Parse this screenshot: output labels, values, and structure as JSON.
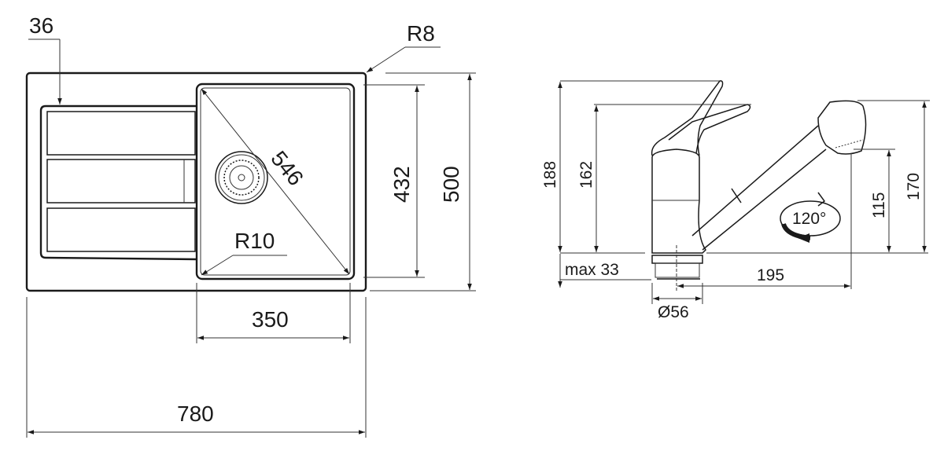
{
  "sink": {
    "dims": {
      "flange": "36",
      "corner_outer": "R8",
      "diagonal": "546",
      "bowl_depth": "432",
      "overall_depth": "500",
      "corner_inner": "R10",
      "bowl_width": "350",
      "overall_width": "780"
    }
  },
  "faucet": {
    "dims": {
      "lever_height": "188",
      "body_height": "162",
      "spout_height": "170",
      "outlet_height": "115",
      "rotation": "120°",
      "deck_thickness": "max 33",
      "reach": "195",
      "hole_diameter": "Ø56"
    }
  },
  "colors": {
    "line": "#1a1a1a",
    "background": "#ffffff"
  }
}
